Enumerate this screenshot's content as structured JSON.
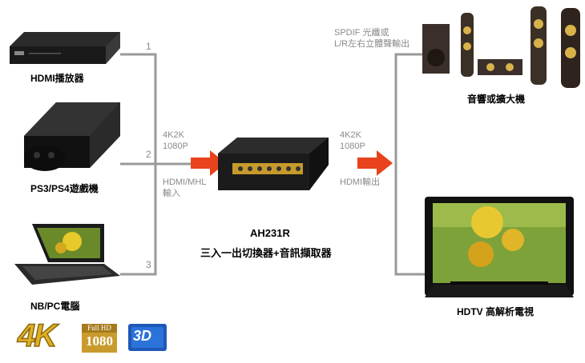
{
  "sources": [
    {
      "num": "1",
      "label": "HDMI播放器"
    },
    {
      "num": "2",
      "label": "PS3/PS4遊戲機"
    },
    {
      "num": "3",
      "label": "NB/PC電腦"
    }
  ],
  "input_signal": {
    "res": "4K2K",
    "p": "1080P",
    "type1": "HDMI/MHL",
    "type2": "輸入"
  },
  "output_signal": {
    "res": "4K2K",
    "p": "1080P",
    "type": "HDMI輸出"
  },
  "audio_out": {
    "line1": "SPDIF 光纖或",
    "line2": "L/R左右立體聲輸出",
    "label": "音響或擴大機"
  },
  "product": {
    "model": "AH231R",
    "desc": "三入一出切換器+音訊擷取器"
  },
  "tv": {
    "label": "HDTV 高解析電視"
  },
  "badges": {
    "k4": "4K",
    "fullhd": "Full HD",
    "p1080": "1080",
    "d3": "3D"
  },
  "colors": {
    "arrow": "#e8431c",
    "line": "#9a9a9a",
    "gold": "#c79a2b"
  }
}
